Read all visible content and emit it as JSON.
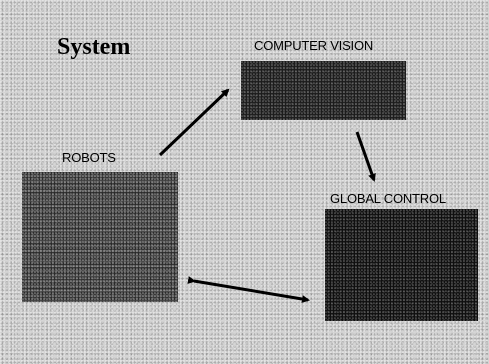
{
  "title": "System",
  "nodes": {
    "computer_vision": {
      "label": "COMPUTER VISION"
    },
    "robots": {
      "label": "ROBOTS"
    },
    "global_control": {
      "label": "GLOBAL CONTROL"
    }
  },
  "edges": [
    {
      "from": "ROBOTS",
      "to": "COMPUTER VISION",
      "direction": "one-way"
    },
    {
      "from": "COMPUTER VISION",
      "to": "GLOBAL CONTROL",
      "direction": "one-way"
    },
    {
      "from": "ROBOTS",
      "to": "GLOBAL CONTROL",
      "direction": "two-way"
    }
  ],
  "colors": {
    "background": "#d4d4d4",
    "box_fill": "#1c1c1c",
    "text": "#000000",
    "arrow": "#000000"
  }
}
